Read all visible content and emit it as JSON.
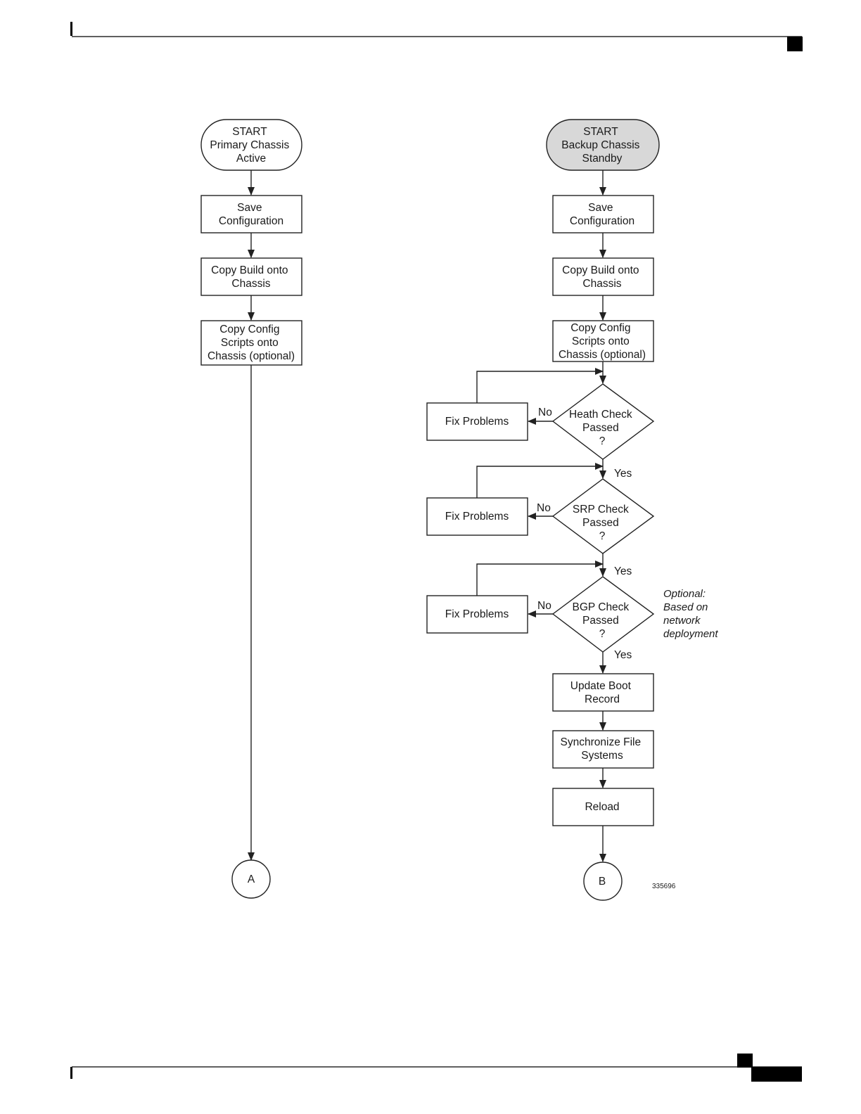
{
  "colors": {
    "line": "#222222",
    "standby_fill": "#d8d8d8",
    "page_marks": "#000000"
  },
  "primary": {
    "start": [
      "START",
      "Primary Chassis",
      "Active"
    ],
    "save": [
      "Save",
      "Configuration"
    ],
    "copy_build": [
      "Copy Build onto",
      "Chassis"
    ],
    "copy_config": [
      "Copy Config",
      "Scripts onto",
      "Chassis (optional)"
    ],
    "connector": "A"
  },
  "backup": {
    "start": [
      "START",
      "Backup Chassis",
      "Standby"
    ],
    "save": [
      "Save",
      "Configuration"
    ],
    "copy_build": [
      "Copy Build onto",
      "Chassis"
    ],
    "copy_config": [
      "Copy Config",
      "Scripts onto",
      "Chassis (optional)"
    ],
    "health_check": [
      "Heath Check",
      "Passed",
      "?"
    ],
    "srp_check": [
      "SRP Check",
      "Passed",
      "?"
    ],
    "bgp_check": [
      "BGP Check",
      "Passed",
      "?"
    ],
    "fix_problems": "Fix Problems",
    "no": "No",
    "yes": "Yes",
    "update_boot": [
      "Update Boot",
      "Record"
    ],
    "sync_fs": [
      "Synchronize File",
      "Systems"
    ],
    "reload": "Reload",
    "connector": "B"
  },
  "optional_note": [
    "Optional:",
    "Based on",
    "network",
    "deployment"
  ],
  "figure_id": "335696"
}
